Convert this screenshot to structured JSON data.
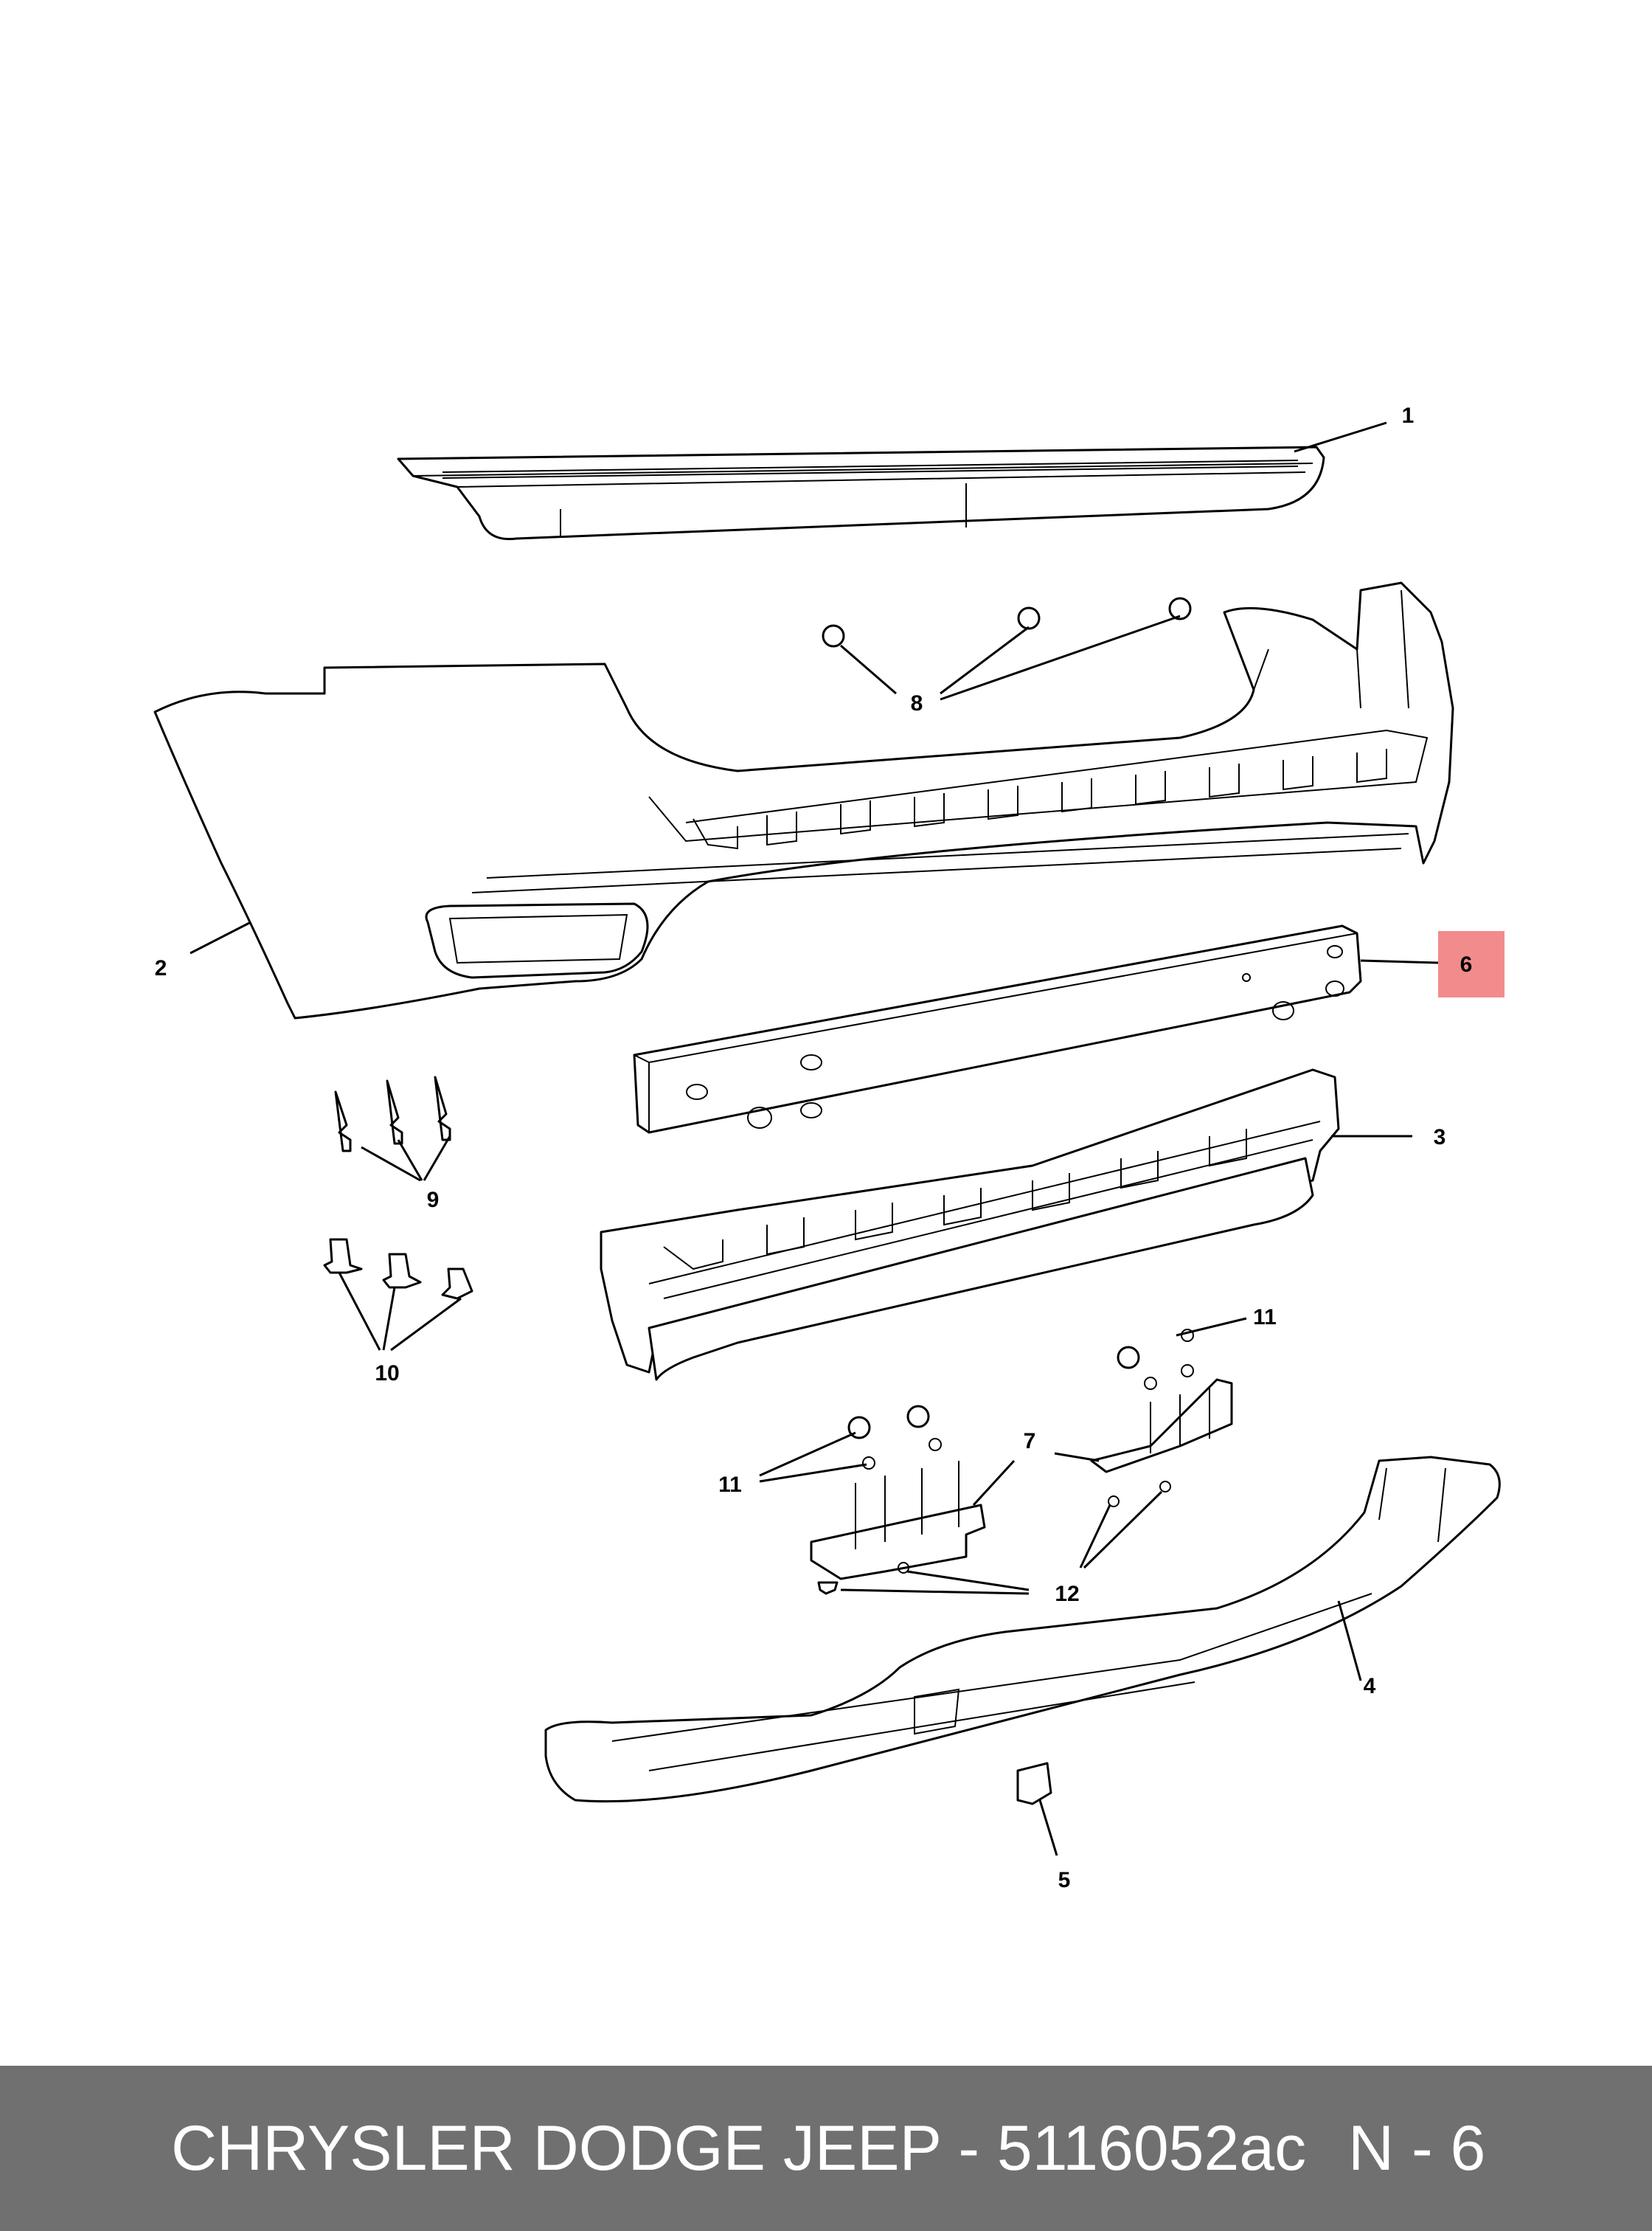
{
  "callouts": {
    "c1": "1",
    "c2": "2",
    "c3": "3",
    "c4": "4",
    "c5": "5",
    "c6": "6",
    "c7": "7",
    "c8": "8",
    "c9": "9",
    "c10": "10",
    "c11a": "11",
    "c11b": "11",
    "c12": "12"
  },
  "highlight": {
    "callout": "6",
    "color": "#f28b8b"
  },
  "footer": {
    "title": "CHRYSLER DODGE JEEP - 5116052ac",
    "page": "N - 6",
    "background": "#707070",
    "text_color": "#ffffff"
  }
}
